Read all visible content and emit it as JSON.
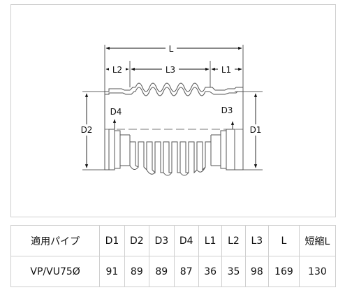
{
  "diagram": {
    "dimension_labels": {
      "L": "L",
      "L1": "L1",
      "L2": "L2",
      "L3": "L3",
      "D1": "D1",
      "D2": "D2",
      "D3": "D3",
      "D4": "D4"
    }
  },
  "spec_table": {
    "headers": [
      "適用パイプ",
      "D1",
      "D2",
      "D3",
      "D4",
      "L1",
      "L2",
      "L3",
      "L",
      "短縮L"
    ],
    "rows": [
      [
        "VP/VU75Ø",
        "91",
        "89",
        "89",
        "87",
        "36",
        "35",
        "98",
        "169",
        "130"
      ]
    ]
  }
}
